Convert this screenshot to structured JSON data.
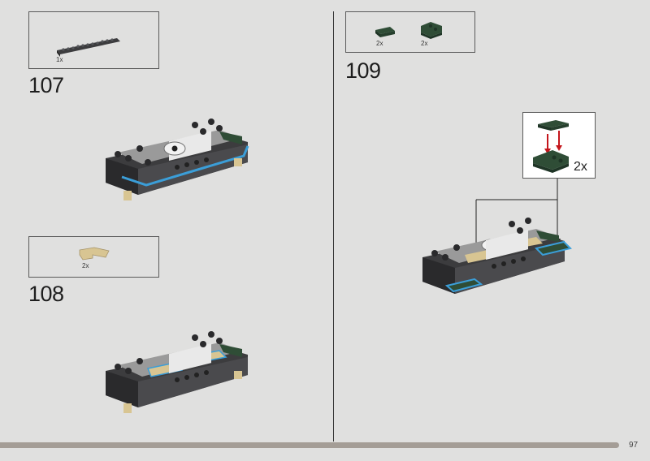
{
  "page": {
    "number": "97"
  },
  "steps": [
    {
      "number": "107",
      "parts": [
        {
          "qty": "1x",
          "part": "dark-gray-plate-1x12"
        }
      ]
    },
    {
      "number": "108",
      "parts": [
        {
          "qty": "2x",
          "part": "tan-corner-plate"
        }
      ]
    },
    {
      "number": "109",
      "parts": [
        {
          "qty": "2x",
          "part": "green-tile-1x2"
        },
        {
          "qty": "2x",
          "part": "green-wedge-plate"
        }
      ],
      "callout": {
        "qty": "2x"
      }
    }
  ],
  "colors": {
    "background": "#e0e0df",
    "dark_gray": "#3c3c3e",
    "light_gray": "#9a9a9a",
    "dark_green": "#2f4d36",
    "tan": "#d8c592",
    "highlight_blue": "#3b9ed8",
    "arrow_red": "#c4161c"
  }
}
